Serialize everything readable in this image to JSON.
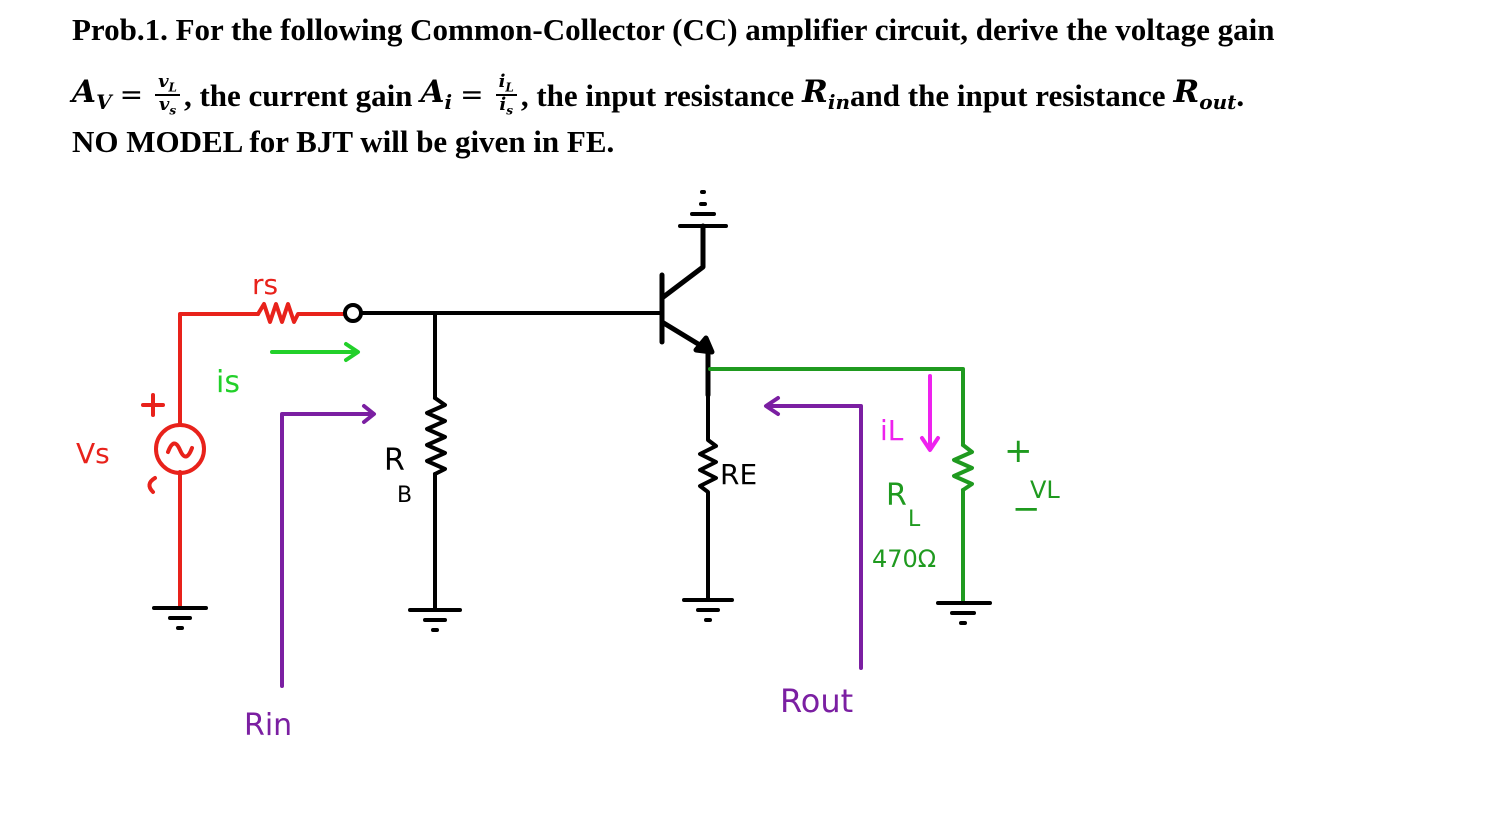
{
  "problem": {
    "line1": "Prob.1. For the following Common-Collector (CC) amplifier circuit, derive the voltage gain",
    "av_symbol": "A",
    "av_sub": "V",
    "av_num": "v",
    "av_num_sub": "L",
    "av_den": "v",
    "av_den_sub": "s",
    "text_current_gain": ", the current gain",
    "ai_symbol": "A",
    "ai_sub": "i",
    "ai_num": "i",
    "ai_num_sub": "L",
    "ai_den": "i",
    "ai_den_sub": "s",
    "text_input_res": ", the input resistance",
    "rin_symbol": "R",
    "rin_sub": "in",
    "text_and": "and the input resistance",
    "rout_symbol": "R",
    "rout_sub": "out",
    "period": ".",
    "line3": "NO MODEL for BJT will be given in FE."
  },
  "circuit": {
    "labels": {
      "rs": "rs",
      "is": "is",
      "vs": "Vs",
      "plus_source": "+",
      "rb": "R",
      "rb_sub": "B",
      "re": "RE",
      "il": "iL",
      "rl": "R",
      "rl_sub": "L",
      "rl_value": "470Ω",
      "vl_plus": "+",
      "vl": "VL",
      "vl_minus": "−",
      "rin": "Rin",
      "rout": "Rout"
    },
    "colors": {
      "source_branch": "#e8221b",
      "main_wire": "#000000",
      "current_is": "#22d02a",
      "rin_arrow": "#7b1fa2",
      "load_branch": "#1f9a1f",
      "current_il": "#ee22ee",
      "rout_arrow": "#7b1fa2"
    }
  }
}
